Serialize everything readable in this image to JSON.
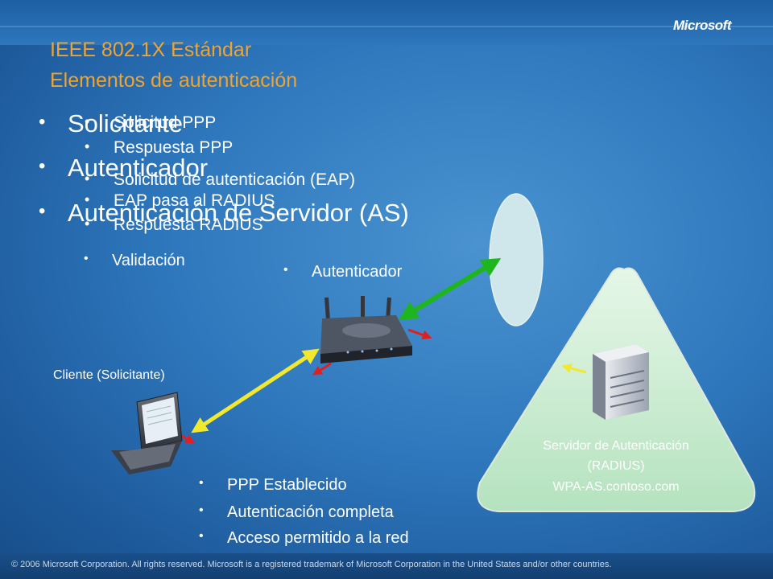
{
  "header": {
    "brand_logo": "Microsoft",
    "title_line1": "IEEE 802.1X Estándar",
    "title_line2": "Elementos de autenticación"
  },
  "roles": [
    "Solicitante",
    "Autenticador",
    "Autenticación de Servidor (AS)"
  ],
  "steps": [
    "Solicitud PPP",
    "Respuesta PPP",
    "Solicitud de autenticación (EAP)",
    "EAP pasa al RADIUS",
    "Respuesta RADIUS",
    "Validación"
  ],
  "labels": {
    "authenticator": "Autenticador",
    "client": "Cliente (Solicitante)",
    "server_line1": "Servidor de Autenticación",
    "server_line2": "(RADIUS)",
    "server_line3": "WPA-AS.contoso.com"
  },
  "results": [
    "PPP Establecido",
    "Autenticación completa",
    "Acceso permitido a la red"
  ],
  "footer": {
    "copyright": "© 2006 Microsoft Corporation. All rights reserved. Microsoft is a registered trademark of Microsoft Corporation in the United States and/or other countries."
  },
  "colors": {
    "title": "#f0a430",
    "green_link": "#1fb51f",
    "yellow_link": "#f2e830",
    "red_arrow": "#e02020",
    "triangle_fill": "#c9ecd0",
    "ellipse_fill": "#cfe6ea"
  }
}
